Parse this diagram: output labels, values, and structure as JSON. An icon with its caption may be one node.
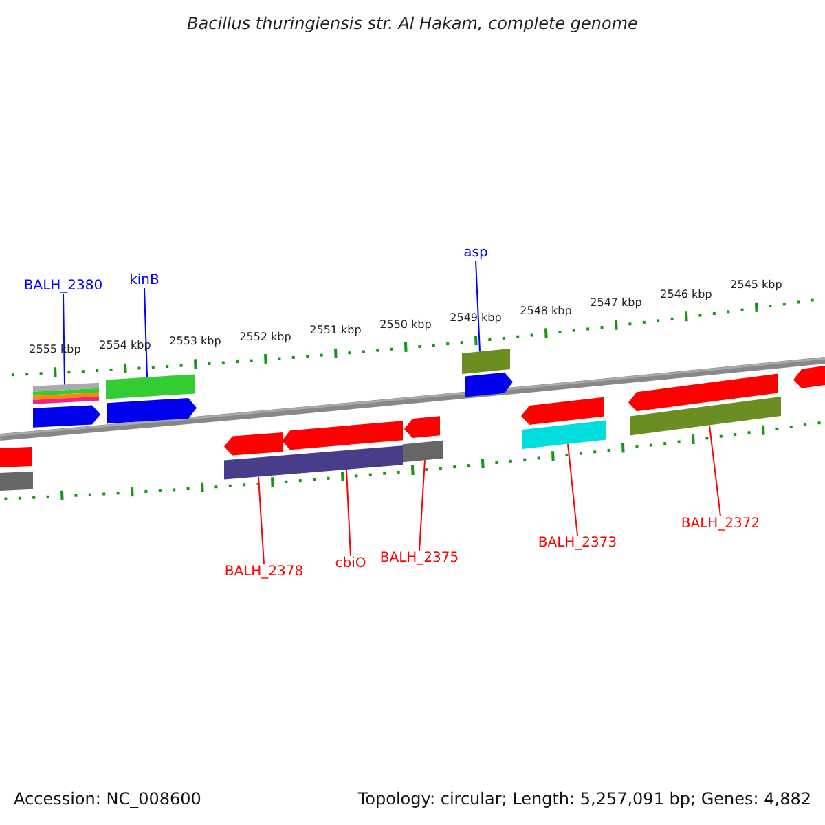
{
  "diagram": {
    "title": "Bacillus thuringiensis str. Al Hakam, complete genome",
    "nodes": [
      {
        "text": [
          "BALH_2380"
        ]
      },
      {
        "text": [
          "kinB"
        ]
      },
      {
        "text": [
          "asp"
        ]
      },
      {
        "text": [
          "BALH_2378"
        ]
      },
      {
        "text": [
          "cbiO"
        ]
      },
      {
        "text": [
          "BALH_2375"
        ]
      },
      {
        "text": [
          "BALH_2373"
        ]
      },
      {
        "text": [
          "BALH_2372"
        ]
      },
      {
        "text": [],
        "shape": "bar"
      },
      {
        "text": [],
        "shape": "bar"
      },
      {
        "text": [],
        "shape": "bar"
      },
      {
        "text": [],
        "shape": "bar"
      },
      {
        "text": [],
        "shape": "bar"
      },
      {
        "text": [],
        "shape": "bar"
      },
      {
        "text": [],
        "shape": "bar"
      },
      {
        "text": [],
        "shape": "arrow"
      },
      {
        "text": [],
        "shape": "arrow"
      },
      {
        "text": [],
        "shape": "arrow"
      },
      {
        "text": [],
        "shape": "bar"
      },
      {
        "text": [],
        "shape": "bar"
      },
      {
        "text": [],
        "shape": "arrow"
      },
      {
        "text": [],
        "shape": "arrow"
      },
      {
        "text": [],
        "shape": "arrow"
      },
      {
        "text": [],
        "shape": "arrow"
      },
      {
        "text": [],
        "shape": "arrow"
      },
      {
        "text": [],
        "shape": "arrow"
      }
    ],
    "edges": [
      {
        "from": 0,
        "to": 8,
        "arrow": "none",
        "color": "#0000ff"
      },
      {
        "from": 1,
        "to": 9,
        "arrow": "none",
        "color": "#0000ff"
      },
      {
        "from": 2,
        "to": 10,
        "arrow": "none",
        "color": "#0000ff"
      },
      {
        "from": 3,
        "to": 11,
        "arrow": "none"
      },
      {
        "from": 4,
        "to": 11,
        "arrow": "none"
      },
      {
        "from": 5,
        "to": 12,
        "arrow": "none"
      },
      {
        "from": 6,
        "to": 13,
        "arrow": "none"
      },
      {
        "from": 7,
        "to": 14,
        "arrow": "none"
      }
    ],
    "labels": [
      "2555 kbp",
      "2554 kbp",
      "2553 kbp",
      "2552 kbp",
      "2551 kbp",
      "2550 kbp",
      "2549 kbp",
      "2548 kbp",
      "2547 kbp",
      "2546 kbp",
      "2545 kbp",
      "Accession: NC_008600",
      "Topology: circular; Length: 5,257,091 bp; Genes: 4,882"
    ]
  }
}
